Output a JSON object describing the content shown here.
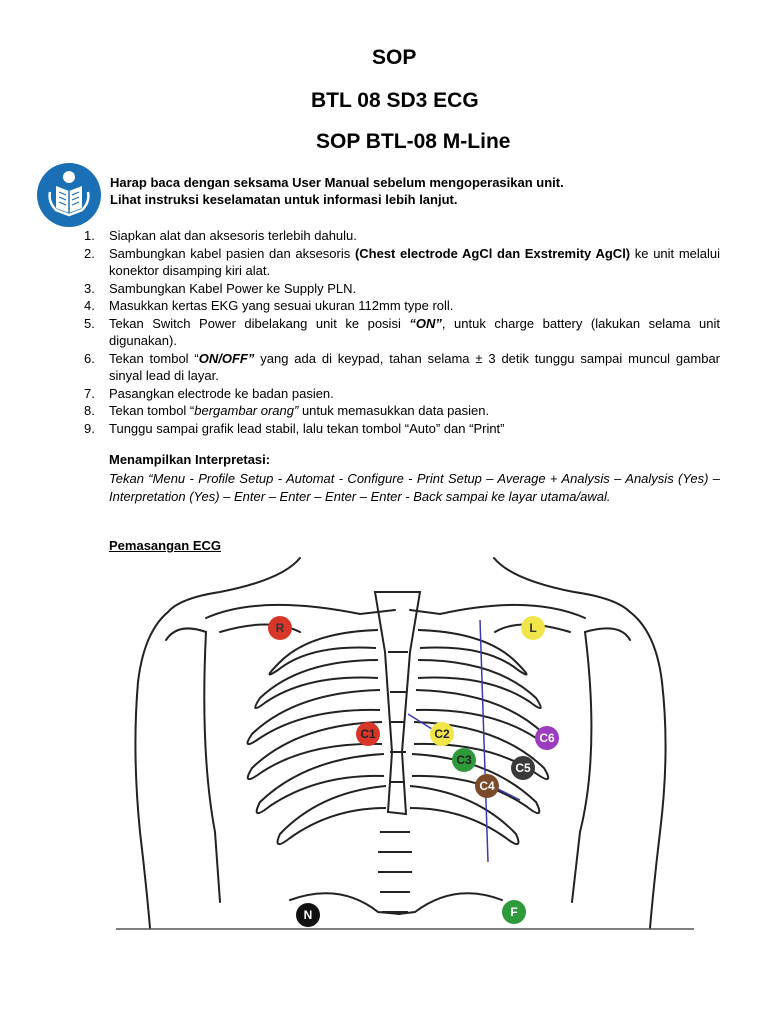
{
  "titles": [
    "SOP",
    "BTL 08 SD3 ECG",
    "SOP BTL-08 M-Line"
  ],
  "notice": {
    "line1": "Harap baca dengan seksama User Manual sebelum mengoperasikan unit.",
    "line2": "Lihat instruksi keselamatan untuk informasi lebih lanjut."
  },
  "icon": "read-manual-icon",
  "steps": [
    {
      "num": "1.",
      "parts": [
        "Siapkan alat dan aksesoris terlebih dahulu."
      ]
    },
    {
      "num": "2.",
      "parts": [
        "Sambungkan kabel pasien dan aksesoris ",
        "(Chest electrode AgCl dan Exstremity AgCl)",
        " ke unit melalui konektor disamping kiri alat."
      ]
    },
    {
      "num": "3.",
      "parts": [
        "Sambungkan Kabel Power ke Supply PLN."
      ]
    },
    {
      "num": "4.",
      "parts": [
        "Masukkan kertas EKG yang sesuai ukuran 112mm type roll."
      ]
    },
    {
      "num": "5.",
      "parts": [
        "Tekan Switch Power dibelakang unit ke posisi ",
        "“ON”",
        ", untuk charge battery (lakukan selama unit digunakan)."
      ]
    },
    {
      "num": "6.",
      "parts": [
        "Tekan tombol “",
        "ON/OFF”",
        " yang ada di keypad, tahan selama ± 3 detik tunggu sampai muncul gambar sinyal lead di layar."
      ]
    },
    {
      "num": "7.",
      "parts": [
        "Pasangkan electrode ke badan pasien."
      ]
    },
    {
      "num": "8.",
      "parts": [
        "Tekan tombol “",
        "bergambar orang”",
        " untuk memasukkan data pasien."
      ]
    },
    {
      "num": "9.",
      "parts": [
        "Tunggu sampai grafik lead stabil, lalu tekan tombol “Auto” dan “Print”"
      ]
    }
  ],
  "interpretation": {
    "title": "Menampilkan Interpretasi:",
    "body": "Tekan “Menu - Profile Setup - Automat - Configure - Print Setup – Average + Analysis – Analysis (Yes) – Interpretation (Yes) – Enter – Enter – Enter – Enter - Back sampai ke layar utama/awal."
  },
  "ecg_section_title": "Pemasangan ECG",
  "electrodes": [
    {
      "label": "R",
      "color": "#d9362a",
      "text_color": "#333333"
    },
    {
      "label": "L",
      "color": "#f2e54a",
      "text_color": "#333333"
    },
    {
      "label": "C1",
      "color": "#d9362a",
      "text_color": "#222222"
    },
    {
      "label": "C2",
      "color": "#f2e54a",
      "text_color": "#222222"
    },
    {
      "label": "C3",
      "color": "#2e9a3c",
      "text_color": "#222222"
    },
    {
      "label": "C4",
      "color": "#7a4a2a",
      "text_color": "#ffffff"
    },
    {
      "label": "C5",
      "color": "#3a3a3a",
      "text_color": "#ffffff"
    },
    {
      "label": "C6",
      "color": "#9b3bbf",
      "text_color": "#ffffff"
    },
    {
      "label": "N",
      "color": "#111111",
      "text_color": "#ffffff"
    },
    {
      "label": "F",
      "color": "#2e9a3c",
      "text_color": "#ffffff"
    }
  ],
  "colors": {
    "icon_blue": "#1a6fb5",
    "guide_line": "#3b3bb0"
  }
}
